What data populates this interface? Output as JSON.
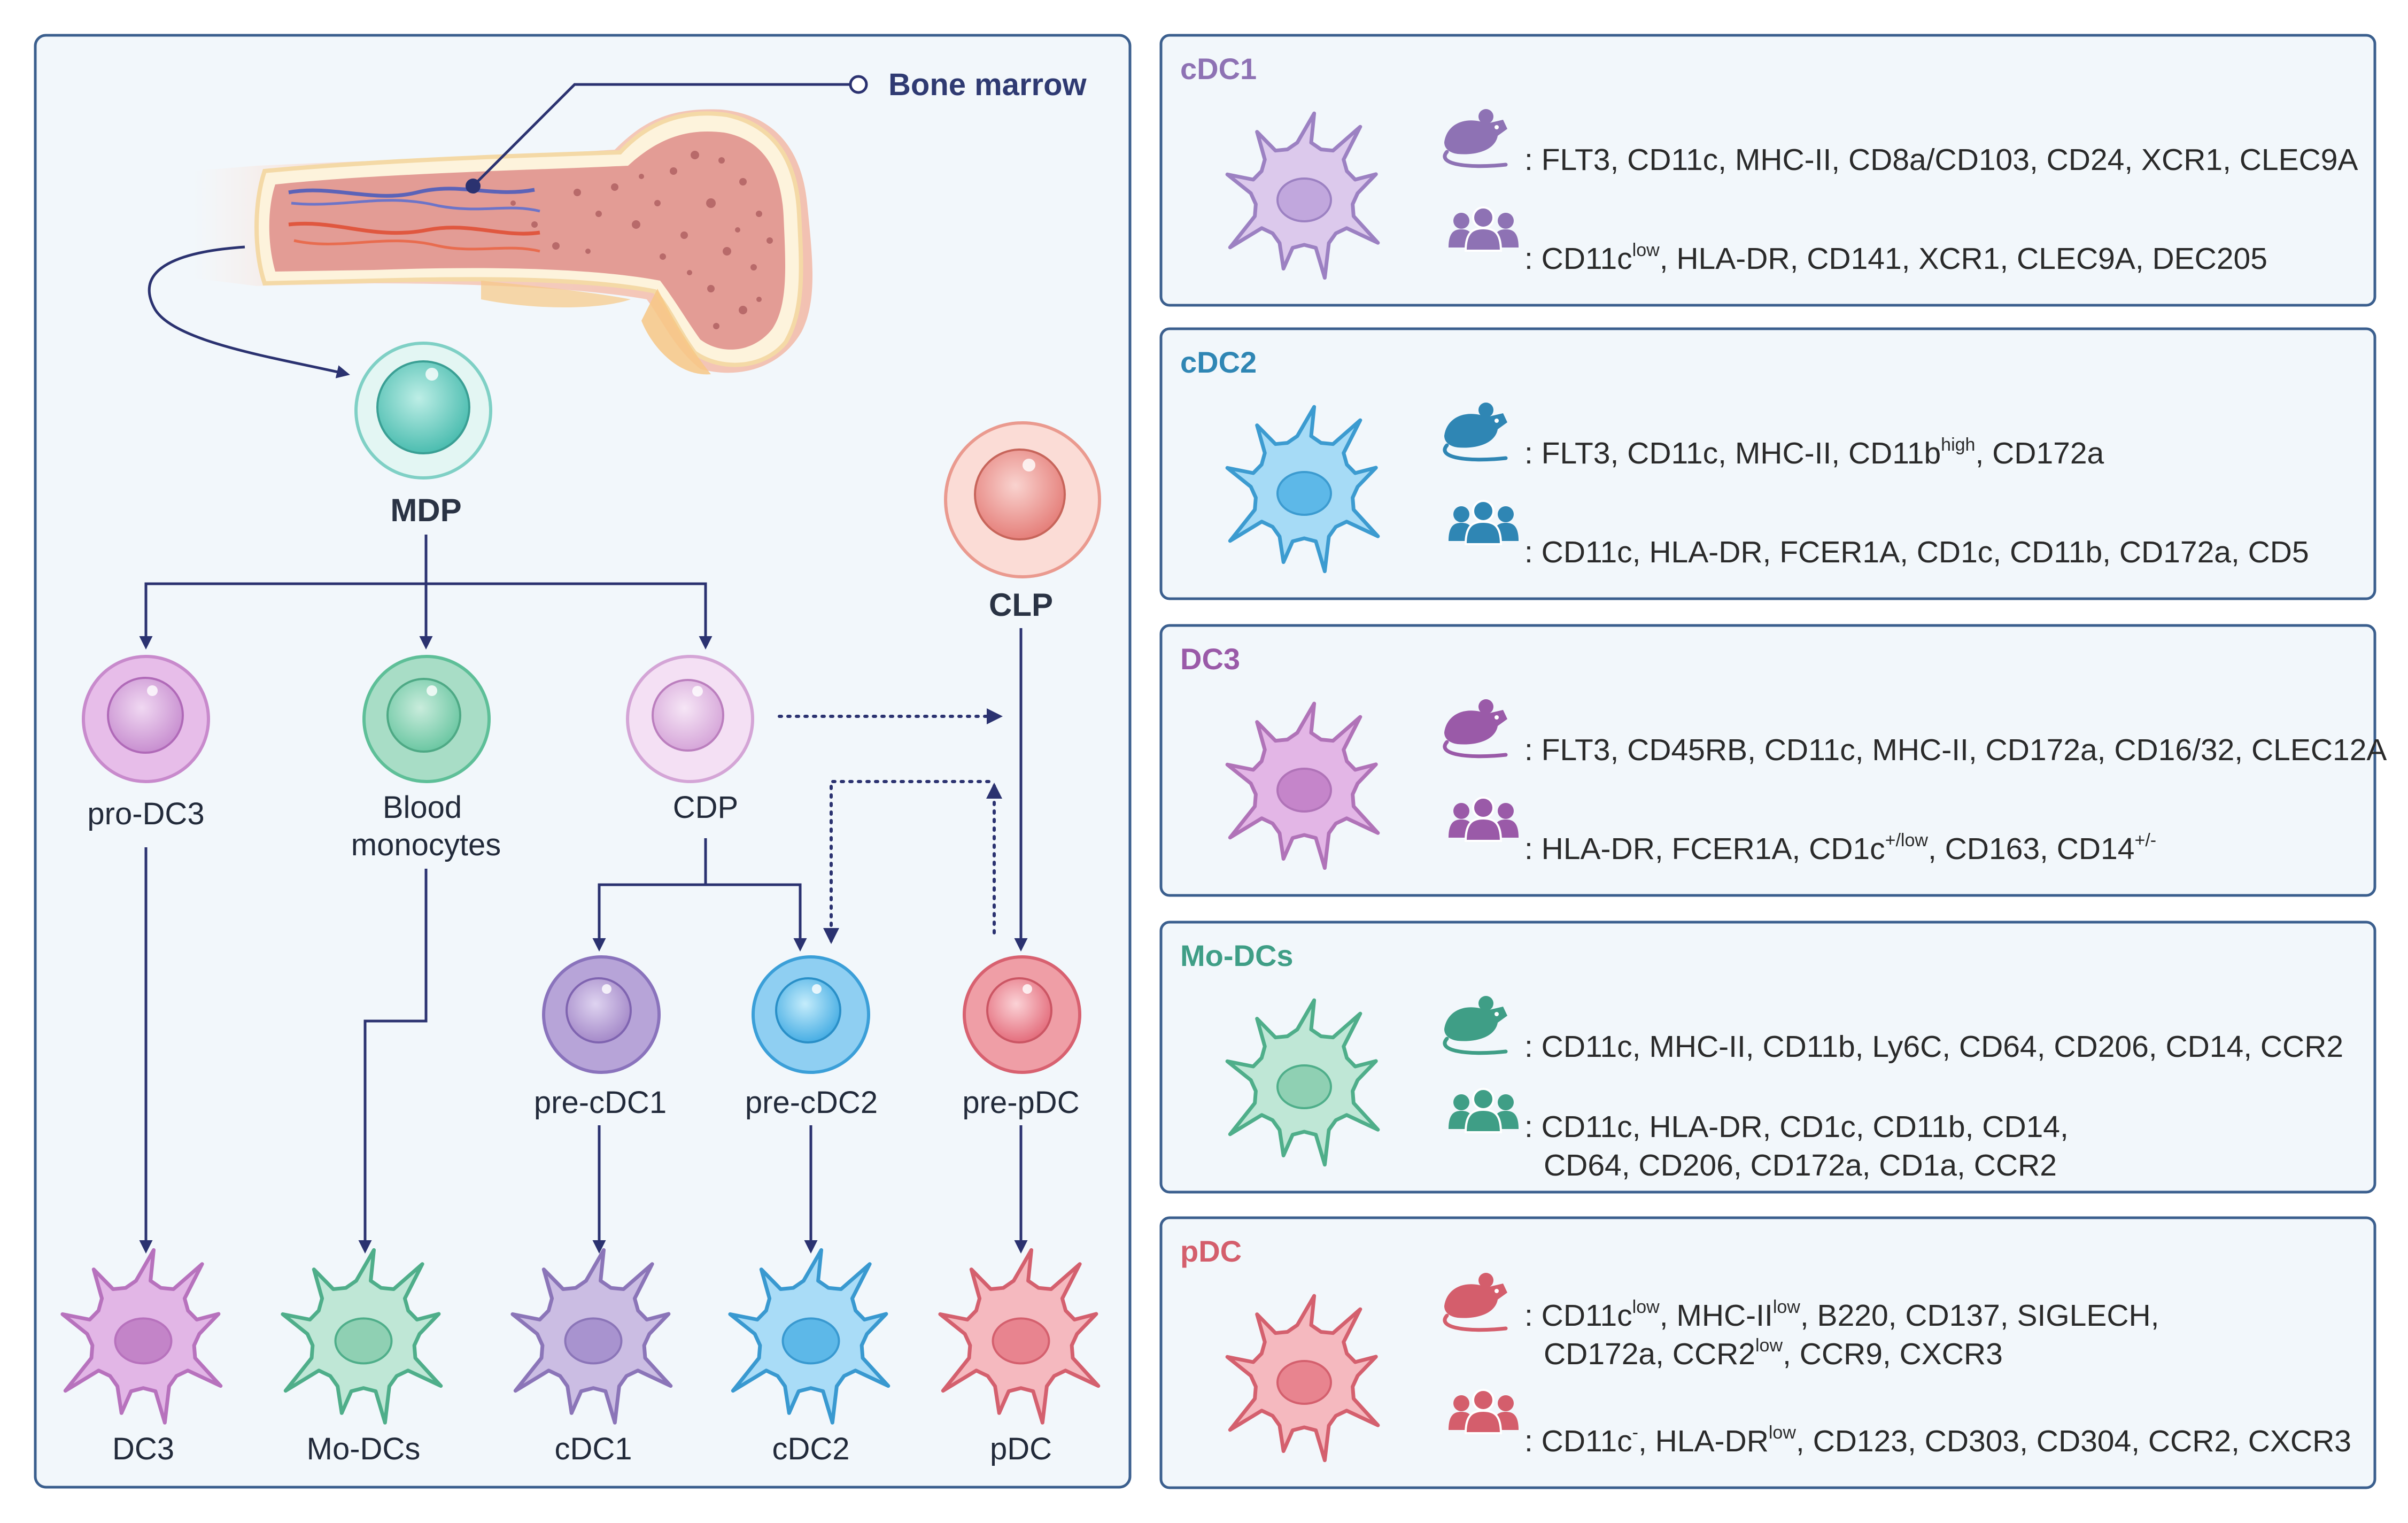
{
  "bone_marrow": {
    "label": "Bone marrow"
  },
  "progenitors": {
    "mdp": "MDP",
    "clp": "CLP",
    "pro_dc3": "pro-DC3",
    "blood_monocytes": [
      "Blood",
      "monocytes"
    ],
    "cdp": "CDP",
    "pre_cdc1": "pre-cDC1",
    "pre_cdc2": "pre-cDC2",
    "pre_pdc": "pre-pDC"
  },
  "mature_cells": [
    "DC3",
    "Mo-DCs",
    "cDC1",
    "cDC2",
    "pDC"
  ],
  "icons": {
    "mouse": "mouse-icon",
    "human": "human-group-icon"
  },
  "panels": [
    {
      "id": "cdc1",
      "title": "cDC1",
      "color": "#8e72b4",
      "mouse_lines": [
        [
          {
            "t": ": FLT3, CD11c, MHC-II, CD8a/CD103, CD24, XCR1, CLEC9A"
          }
        ]
      ],
      "human_lines": [
        [
          {
            "t": ": CD11c"
          },
          {
            "t": "low",
            "sup": true
          },
          {
            "t": ", HLA-DR, CD141, XCR1, CLEC9A, DEC205"
          }
        ]
      ]
    },
    {
      "id": "cdc2",
      "title": "cDC2",
      "color": "#2f86b4",
      "mouse_lines": [
        [
          {
            "t": ": FLT3, CD11c, MHC-II, CD11b"
          },
          {
            "t": "high",
            "sup": true
          },
          {
            "t": ", CD172a"
          }
        ]
      ],
      "human_lines": [
        [
          {
            "t": ": CD11c, HLA-DR, FCER1A, CD1c, CD11b, CD172a, CD5"
          }
        ]
      ]
    },
    {
      "id": "dc3",
      "title": "DC3",
      "color": "#9a5aa8",
      "mouse_lines": [
        [
          {
            "t": ": FLT3, CD45RB, CD11c, MHC-II, CD172a, CD16/32, CLEC12A"
          }
        ]
      ],
      "human_lines": [
        [
          {
            "t": ": HLA-DR, FCER1A, CD1c"
          },
          {
            "t": "+/low",
            "sup": true
          },
          {
            "t": ", CD163, CD14"
          },
          {
            "t": "+/-",
            "sup": true
          }
        ]
      ]
    },
    {
      "id": "modcs",
      "title": "Mo-DCs",
      "color": "#3f9e86",
      "mouse_lines": [
        [
          {
            "t": ": CD11c, MHC-II, CD11b, Ly6C, CD64, CD206, CD14, CCR2"
          }
        ]
      ],
      "human_lines": [
        [
          {
            "t": ": CD11c, HLA-DR, CD1c, CD11b, CD14,"
          }
        ],
        [
          {
            "t": "CD64, CD206, CD172a, CD1a, CCR2"
          }
        ]
      ]
    },
    {
      "id": "pdc",
      "title": "pDC",
      "color": "#d45e6c",
      "mouse_lines": [
        [
          {
            "t": ": CD11c"
          },
          {
            "t": "low",
            "sup": true
          },
          {
            "t": ", MHC-II"
          },
          {
            "t": "low",
            "sup": true
          },
          {
            "t": ", B220, CD137, SIGLECH,"
          }
        ],
        [
          {
            "t": "CD172a, CCR2"
          },
          {
            "t": "low",
            "sup": true
          },
          {
            "t": ", CCR9, CXCR3"
          }
        ]
      ],
      "human_lines": [
        [
          {
            "t": ": CD11c"
          },
          {
            "t": "-",
            "sup": true
          },
          {
            "t": ", HLA-DR"
          },
          {
            "t": "low",
            "sup": true
          },
          {
            "t": ", CD123, CD303, CD304, CCR2, CXCR3"
          }
        ]
      ]
    }
  ]
}
